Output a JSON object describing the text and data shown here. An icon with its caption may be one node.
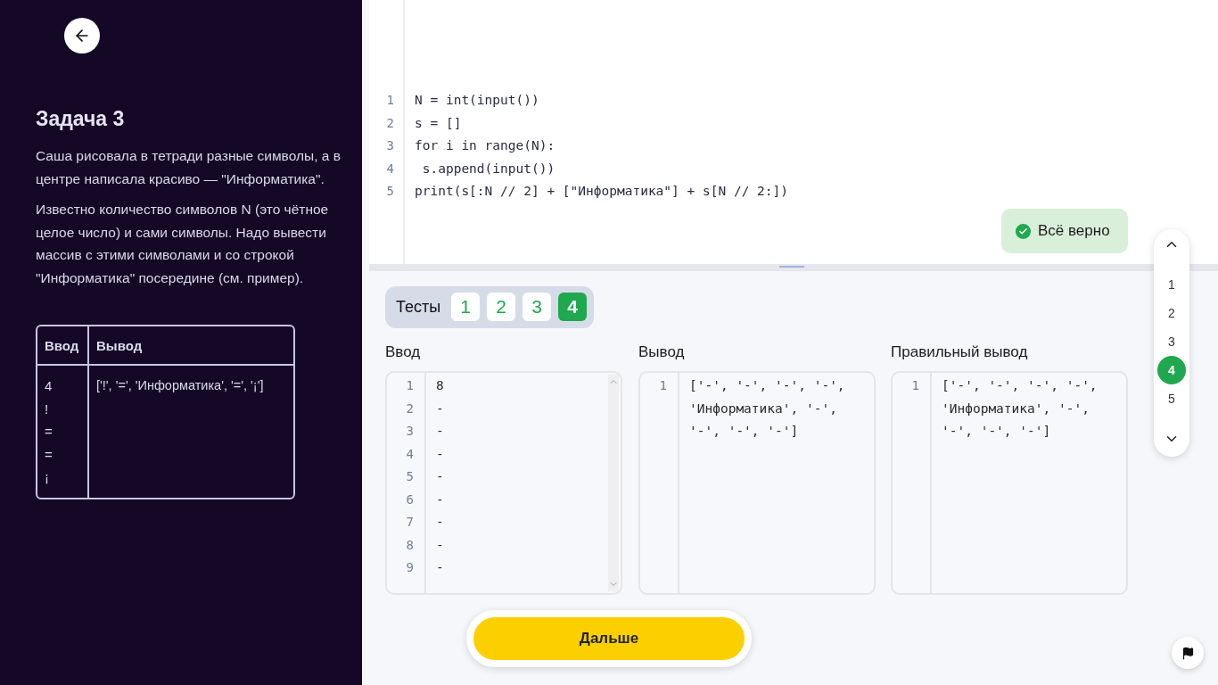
{
  "diagram": {
    "title": "Задача 3",
    "nodes": [
      {
        "text": [
          "Ввод",
          "Вывод",
          "4 ! = = ¡",
          "['!', '=', 'Информатика', '=', '¡']"
        ]
      },
      {
        "text": [
          "N = int(input())",
          "s = []",
          "for i in range(N):",
          " s.append(input())",
          "print(s[:N // 2] + [\"Информатика\"] + s[N // 2:])"
        ]
      },
      {
        "text": [
          "Всё верно"
        ],
        "in": 1
      },
      {
        "text": [],
        "shape": "box"
      },
      {
        "text": [
          "1"
        ],
        "in": 3
      },
      {
        "text": [
          "2"
        ],
        "in": 3
      },
      {
        "text": [
          "3"
        ],
        "in": 3
      },
      {
        "text": [
          "4"
        ],
        "in": 3
      },
      {
        "text": [
          "5"
        ],
        "in": 3
      },
      {
        "text": [
          "Тесты"
        ]
      },
      {
        "text": [
          "1"
        ],
        "in": 9
      },
      {
        "text": [
          "2"
        ],
        "in": 9
      },
      {
        "text": [
          "3"
        ],
        "in": 9
      },
      {
        "text": [
          "4"
        ],
        "in": 9
      },
      {
        "text": [
          "Ввод",
          "8",
          "-",
          "-",
          "-",
          "-",
          "-",
          "-",
          "-",
          "-"
        ]
      },
      {
        "text": [
          "Вывод",
          "['-', '-', '-', '-', 'Информатика', '-', '-', '-', '-']"
        ]
      },
      {
        "text": [
          "Правильный вывод",
          "['-', '-', '-', '-', 'Информатика', '-', '-', '-', '-']"
        ]
      },
      {
        "text": [
          "Дальше"
        ]
      }
    ],
    "labels": [
      "Саша рисовала в тетради разные символы, а в центре написала красиво — \"Информатика\".",
      "Известно количество символов N (это чётное целое число) и сами символы. Надо вывести массив с этими символами и со строкой \"Информатика\" посередине (см. пример).",
      "1",
      "2",
      "3",
      "4",
      "5",
      "1",
      "2",
      "3",
      "4",
      "5",
      "6",
      "7",
      "8",
      "9",
      "1",
      "1"
    ]
  }
}
